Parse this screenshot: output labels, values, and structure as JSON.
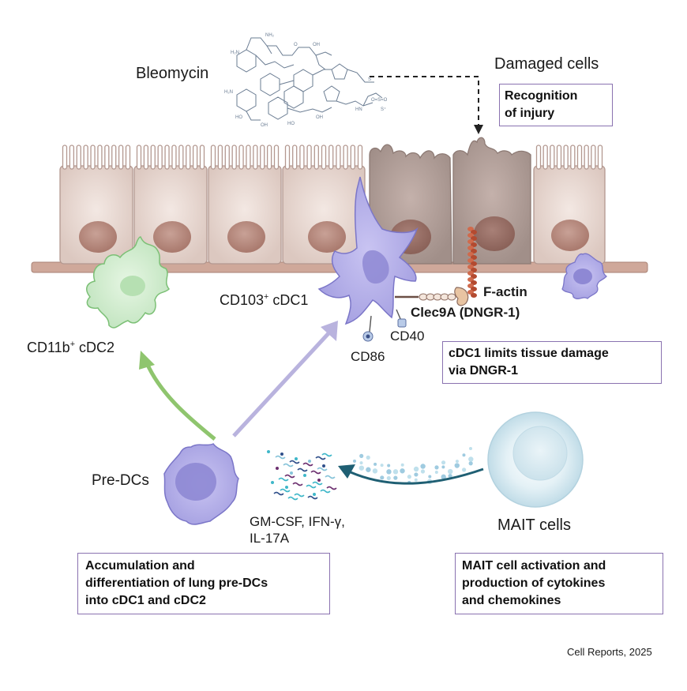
{
  "drug": {
    "name": "Bleomycin"
  },
  "labels": {
    "damaged_cells": "Damaged cells",
    "cd103_prefix": "CD103",
    "cd103_sup": "+",
    "cd103_suffix": " cDC1",
    "cd11b_prefix": "CD11b",
    "cd11b_sup": "+",
    "cd11b_suffix": " cDC2",
    "f_actin": "F-actin",
    "clec9a": "Clec9A (DNGR-1)",
    "cd40": "CD40",
    "cd86": "CD86",
    "pre_dcs": "Pre-DCs",
    "cytokines_line1": "GM-CSF, IFN-γ,",
    "cytokines_line2": "IL-17A",
    "mait_cells": "MAIT cells"
  },
  "boxes": {
    "recognition": [
      "Recognition",
      "of injury"
    ],
    "cdc1_limits": [
      "cDC1 limits tissue damage",
      "via DNGR-1"
    ],
    "accumulation": [
      "Accumulation and",
      "differentiation of lung pre-DCs",
      "into cDC1 and cDC2"
    ],
    "mait_activation": [
      "MAIT cell activation and",
      "production of cytokines",
      "and chemokines"
    ]
  },
  "citation": "Cell Reports, 2025",
  "colors": {
    "healthy_cell": "#e8d7d1",
    "damaged_cell": "#b09c97",
    "nucleus": "#ba8f84",
    "membrane": "#cfa89a",
    "cdc1": "#b7b3ea",
    "cdc2": "#cfedcf",
    "mait": "#cfe5ef",
    "box_border": "#8a72b0",
    "arrow_green": "#8fc56e",
    "arrow_purple": "#b9b3de",
    "arrow_teal": "#1f5f73"
  }
}
